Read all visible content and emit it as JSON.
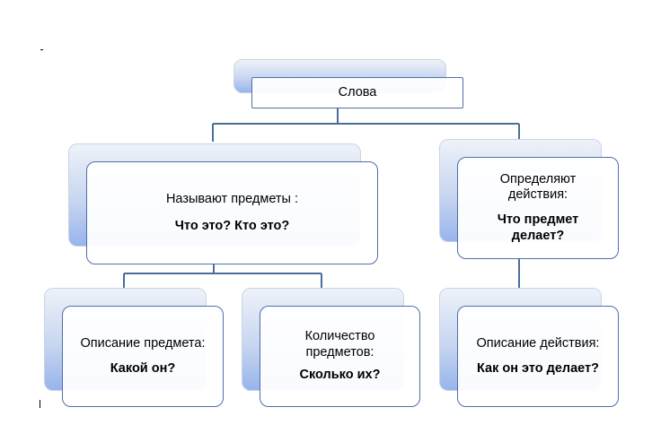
{
  "root": {
    "label": "Слова"
  },
  "nodes": {
    "nouns": {
      "label": "Называют предметы :",
      "question": "Что это? Кто это?"
    },
    "verbs": {
      "label": "Определяют действия:",
      "question": "Что предмет делает?"
    },
    "adjectives": {
      "label": "Описание предмета:",
      "question": "Какой он?"
    },
    "numerals": {
      "label": "Количество предметов:",
      "question": "Сколько их?"
    },
    "adverbs": {
      "label": "Описание действия:",
      "question": "Как он это делает?"
    }
  },
  "colors": {
    "connector": "#4a6e99",
    "card_border": "#4f6fab",
    "shadow_bottom": "#98b4ec"
  }
}
